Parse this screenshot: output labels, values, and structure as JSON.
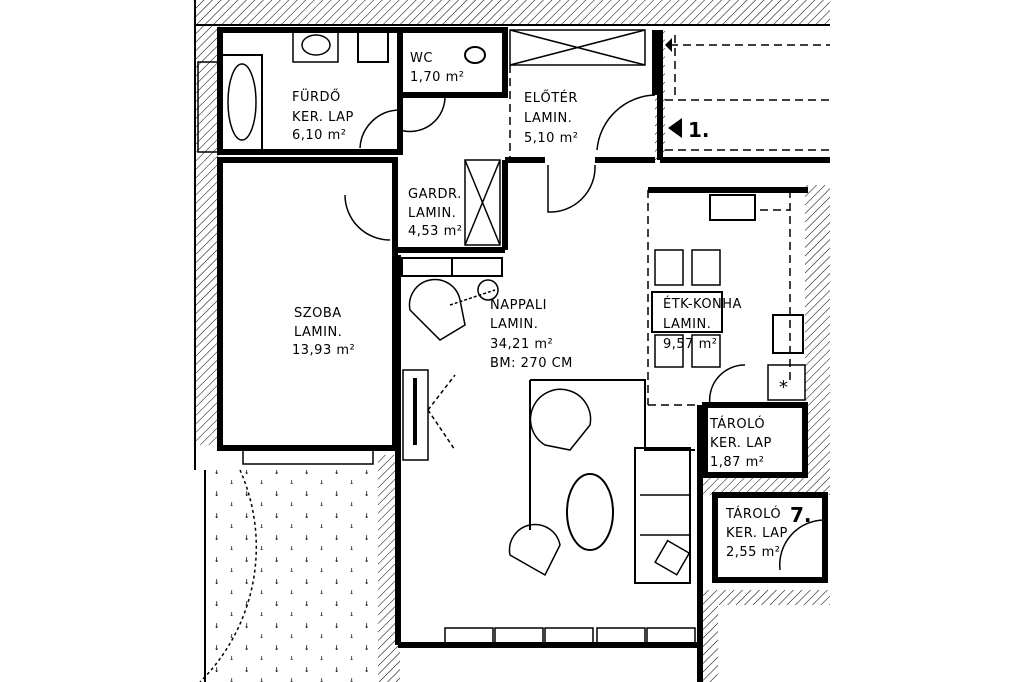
{
  "rooms": {
    "furdo": {
      "name": "FÜRDŐ",
      "floor": "KER. LAP",
      "area": "6,10 m²"
    },
    "wc": {
      "name": "WC",
      "area": "1,70 m²"
    },
    "eloter": {
      "name": "ELŐTÉR",
      "floor": "LAMIN.",
      "area": "5,10 m²"
    },
    "gardr": {
      "name": "GARDR.",
      "floor": "LAMIN.",
      "area": "4,53 m²"
    },
    "szoba": {
      "name": "SZOBA",
      "floor": "LAMIN.",
      "area": "13,93 m²"
    },
    "nappali": {
      "name": "NAPPALI",
      "floor": "LAMIN.",
      "area": "34,21 m²",
      "height": "BM: 270 CM"
    },
    "etk": {
      "name": "ÉTK-KONHA",
      "floor": "LAMIN.",
      "area": "9,57 m²"
    },
    "tarolo1": {
      "name": "TÁROLÓ",
      "floor": "KER. LAP",
      "area": "1,87 m²"
    },
    "tarolo2": {
      "name": "TÁROLÓ",
      "floor": "KER. LAP",
      "area": "2,55 m²"
    }
  },
  "markers": {
    "entrance": "1.",
    "unit": "7."
  }
}
